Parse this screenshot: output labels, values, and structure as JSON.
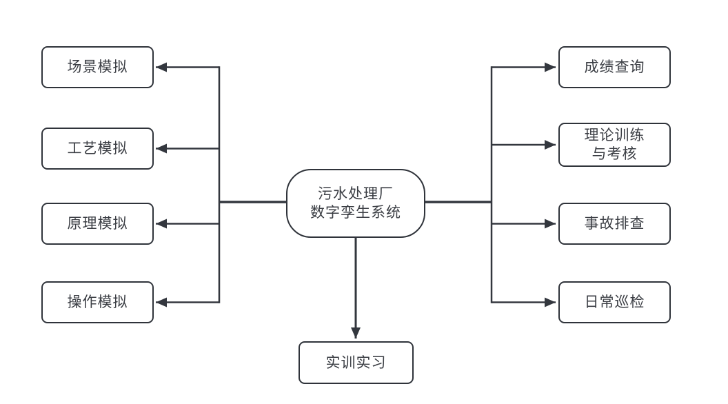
{
  "diagram": {
    "title_hint": "wastewater-treatment-plant-digital-twin-system-diagram",
    "background_color": "#ffffff",
    "line_color": "#33373e",
    "box_border_color": "#2f333a",
    "text_color": "#3b3e44",
    "center_node": {
      "label": "污水处理厂\n数字孪生系统"
    },
    "left_nodes": [
      {
        "label": "场景模拟"
      },
      {
        "label": "工艺模拟"
      },
      {
        "label": "原理模拟"
      },
      {
        "label": "操作模拟"
      }
    ],
    "right_nodes": [
      {
        "label": "成绩查询"
      },
      {
        "label": "理论训练\n与考核"
      },
      {
        "label": "事故排查"
      },
      {
        "label": "日常巡检"
      }
    ],
    "bottom_node": {
      "label": "实训实习"
    }
  }
}
